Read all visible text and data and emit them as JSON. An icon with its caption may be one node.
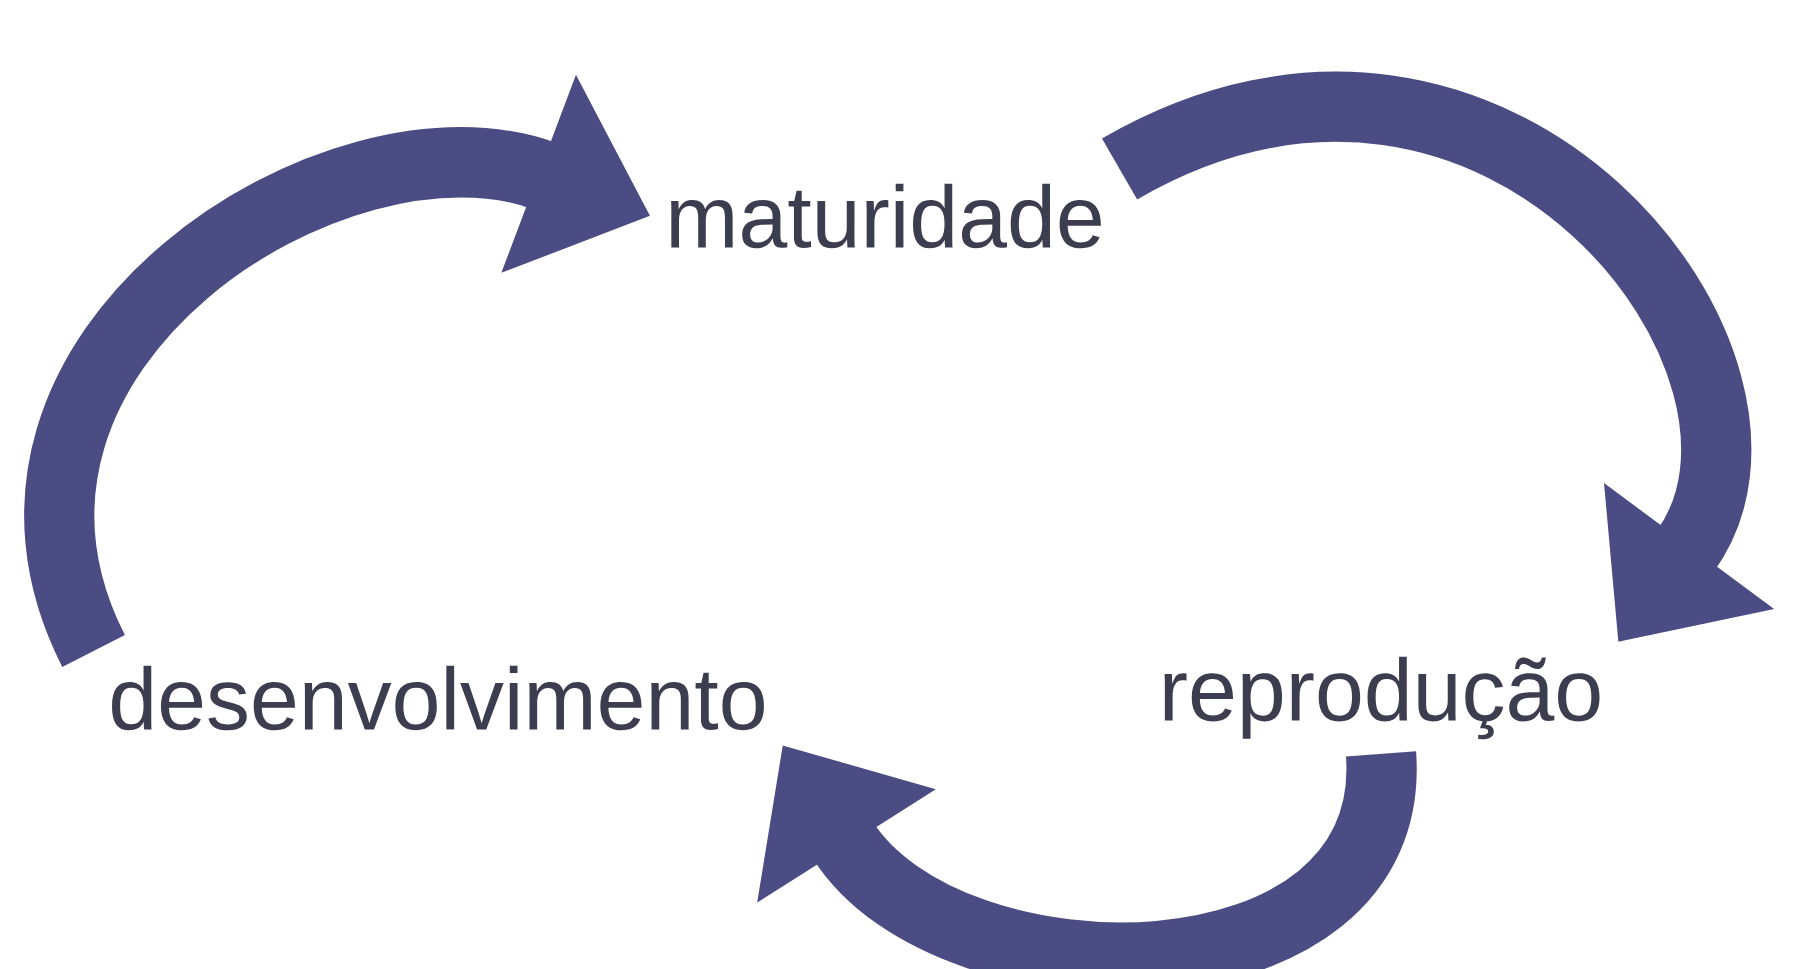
{
  "diagram": {
    "nodes": [
      {
        "text": [
          "desenvolvimento"
        ]
      },
      {
        "text": [
          "maturidade"
        ]
      },
      {
        "text": [
          "reprodução"
        ]
      }
    ],
    "edges": [
      {
        "from": 0,
        "to": 1,
        "arrow": "to"
      },
      {
        "from": 1,
        "to": 2,
        "arrow": "to"
      },
      {
        "from": 2,
        "to": 0,
        "arrow": "to"
      }
    ]
  }
}
